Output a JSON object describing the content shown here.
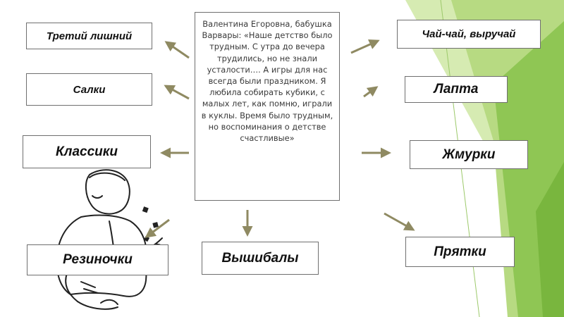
{
  "center_text": "Валентина Егоровна, бабушка Варвары: «Наше детство было трудным. С утра до вечера трудились, но не знали усталости…. А игры для нас всегда были праздником. Я любила собирать кубики, с малых лет, как помню, играли в куклы. Время было трудным, но воспоминания о детстве счастливые»",
  "games": {
    "tretiy": "Третий лишний",
    "salki": "Салки",
    "klassiki": "Классики",
    "rezinochki": "Резиночки",
    "vyshibaly": "Вышибалы",
    "chai": "Чай-чай, выручай",
    "lapta": "Лапта",
    "zhmurki": "Жмурки",
    "pryatki": "Прятки"
  },
  "colors": {
    "arrow": "#8f8a62",
    "green_light": "#cde6a3",
    "green_mid": "#a8d26c",
    "green_dark": "#77b63a"
  }
}
